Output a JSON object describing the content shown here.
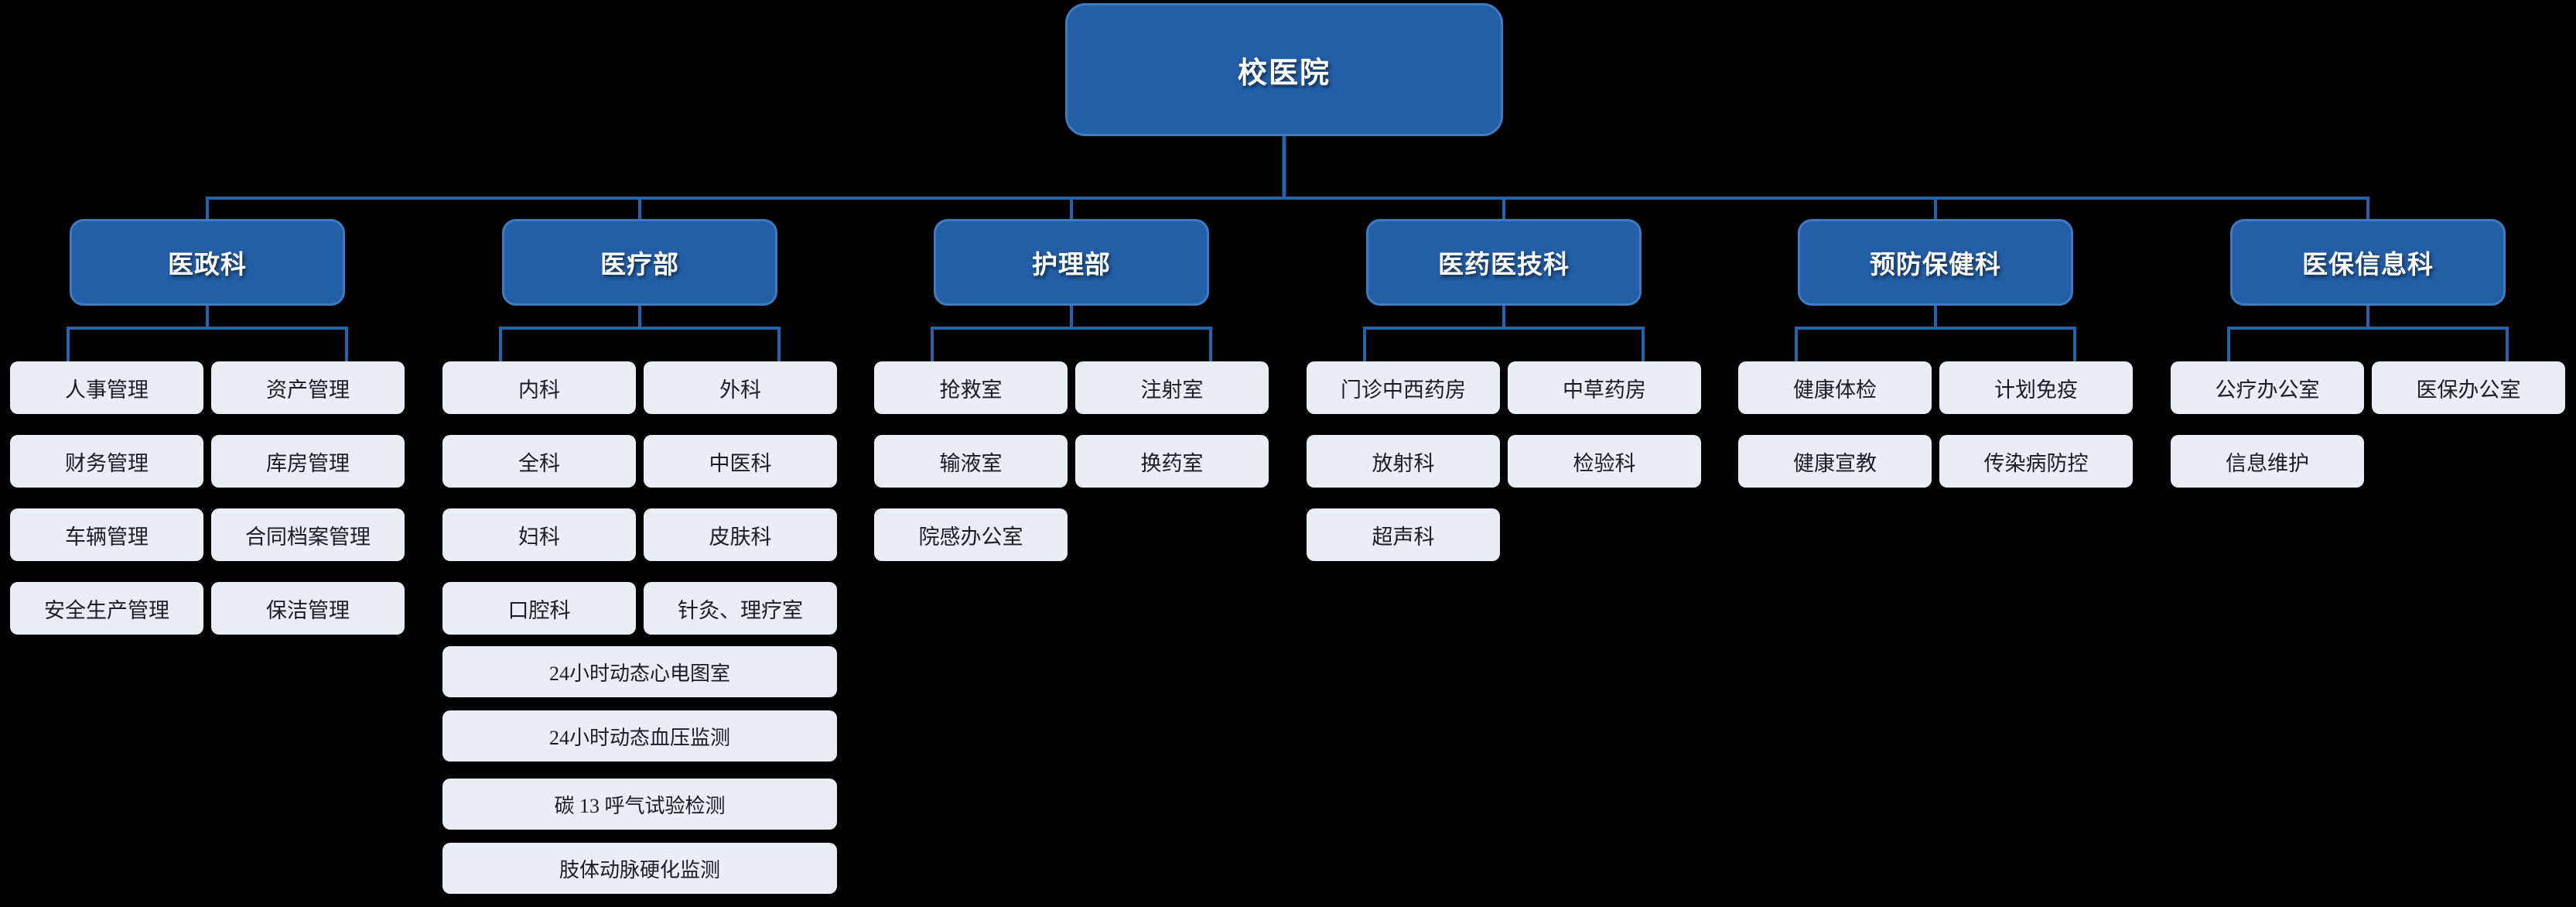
{
  "colors": {
    "background": "#000000",
    "node_fill": "#235EA6",
    "node_border": "#3D7CC2",
    "node_text": "#FFFFFF",
    "leaf_fill": "#E9EEF5",
    "leaf_text": "#1A1D22",
    "connector": "#2663AD"
  },
  "org": {
    "root": {
      "label": "校医院"
    },
    "departments": [
      {
        "label": "医政科",
        "children": [
          "人事管理",
          "资产管理",
          "财务管理",
          "库房管理",
          "车辆管理",
          "合同档案管理",
          "安全生产管理",
          "保洁管理"
        ]
      },
      {
        "label": "医疗部",
        "children": [
          "内科",
          "外科",
          "全科",
          "中医科",
          "妇科",
          "皮肤科",
          "口腔科",
          "针灸、理疗室"
        ],
        "wide_children": [
          "24小时动态心电图室",
          "24小时动态血压监测",
          "碳 13 呼气试验检测",
          "肢体动脉硬化监测"
        ]
      },
      {
        "label": "护理部",
        "children": [
          "抢救室",
          "注射室",
          "输液室",
          "换药室",
          "院感办公室"
        ]
      },
      {
        "label": "医药医技科",
        "children": [
          "门诊中西药房",
          "中草药房",
          "放射科",
          "检验科",
          "超声科"
        ]
      },
      {
        "label": "预防保健科",
        "children": [
          "健康体检",
          "计划免疫",
          "健康宣教",
          "传染病防控"
        ]
      },
      {
        "label": "医保信息科",
        "children": [
          "公疗办公室",
          "医保办公室",
          "信息维护"
        ]
      }
    ]
  }
}
